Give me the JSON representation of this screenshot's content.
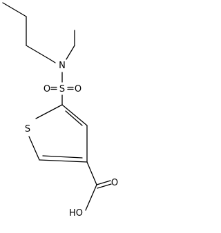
{
  "molecule": {
    "atoms": {
      "nitrogen": "N",
      "sulfonyl_sulfur": "S",
      "sulfonyl_oxygen_left": "O",
      "sulfonyl_oxygen_right": "O",
      "ring_sulfur": "S",
      "carbonyl_oxygen": "O",
      "hydroxyl": "HO"
    },
    "colors": {
      "bond": "#000000",
      "label": "#000000",
      "background": "#ffffff"
    }
  }
}
